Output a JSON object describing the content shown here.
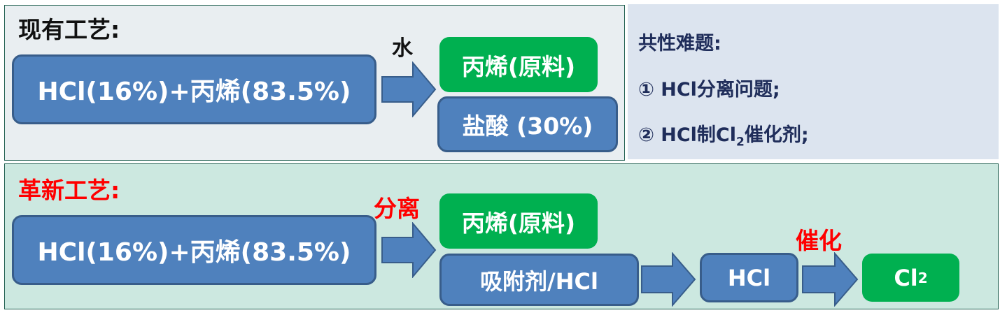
{
  "existing": {
    "title": "现有工艺:",
    "input": "HCl(16%)+丙烯(83.5%)",
    "reagent": "水",
    "out1": "丙烯(原料)",
    "out2": "盐酸 (30%)"
  },
  "common": {
    "title": "共性难题:",
    "items": [
      "① HCl分离问题;",
      "② HCl制Cl",
      "2",
      "催化剂;"
    ]
  },
  "innovative": {
    "title": "革新工艺:",
    "input": "HCl(16%)+丙烯(83.5%)",
    "step1": "分离",
    "out1": "丙烯(原料)",
    "out2": "吸附剂/HCl",
    "hcl": "HCl",
    "step2": "催化",
    "product": "Cl",
    "product_sub": "2"
  },
  "colors": {
    "blue": "#4f81bd",
    "green": "#00b050",
    "red": "#ff0000",
    "navy": "#1f2d5a"
  }
}
